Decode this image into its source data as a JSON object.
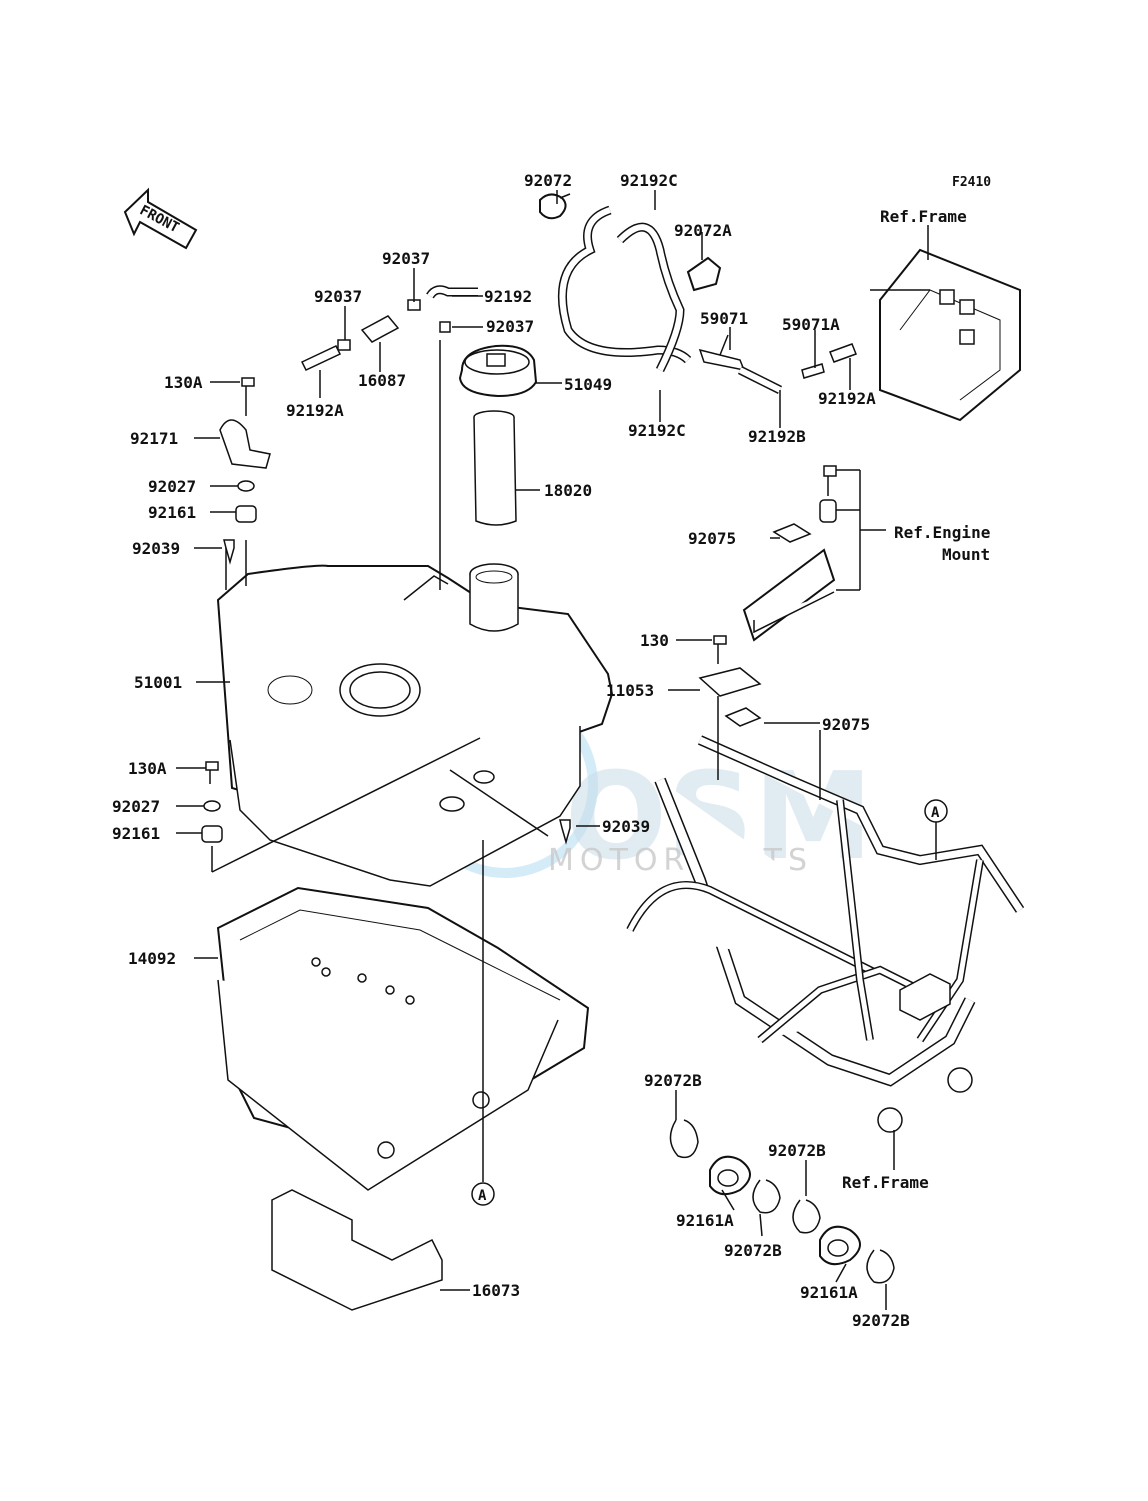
{
  "diagram": {
    "code": "F2410",
    "front_label": "FRONT",
    "watermark": {
      "brand": "OSM",
      "subtitle": "MOTORPARTS"
    },
    "ref_labels": {
      "frame_top": "Ref.Frame",
      "engine_mount_1": "Ref.Engine",
      "engine_mount_2": "Mount",
      "frame_bottom": "Ref.Frame"
    },
    "callout": "A",
    "parts": {
      "p92072": "92072",
      "p92192C_a": "92192C",
      "p92072A": "92072A",
      "p92037_a": "92037",
      "p92192": "92192",
      "p92037_b": "92037",
      "p92037_c": "92037",
      "p16087": "16087",
      "p92192A_a": "92192A",
      "p59071": "59071",
      "p59071A": "59071A",
      "p92192A_b": "92192A",
      "p51049": "51049",
      "p92192C_b": "92192C",
      "p92192B": "92192B",
      "p130A_a": "130A",
      "p92171": "92171",
      "p92027_a": "92027",
      "p92161_a": "92161",
      "p92039_a": "92039",
      "p18020": "18020",
      "p92075_a": "92075",
      "p51001": "51001",
      "p130": "130",
      "p11053": "11053",
      "p92075_b": "92075",
      "p130A_b": "130A",
      "p92027_b": "92027",
      "p92161_b": "92161",
      "p92039_b": "92039",
      "p14092": "14092",
      "p92072B_a": "92072B",
      "p92072B_b": "92072B",
      "p92161A_a": "92161A",
      "p92072B_c": "92072B",
      "p92161A_b": "92161A",
      "p92072B_d": "92072B",
      "p16073": "16073"
    }
  }
}
